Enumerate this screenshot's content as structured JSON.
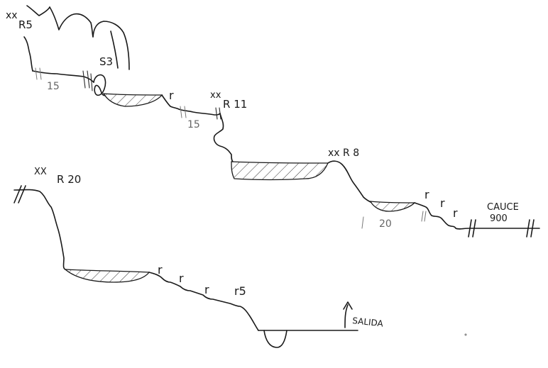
{
  "labels": {
    "r5_marker": "xx",
    "r5_name": "R5",
    "s3": "S3",
    "len_15_a": "15",
    "r_1": "r",
    "r11_marker": "xx",
    "r11_name": "R 11",
    "len_15_b": "15",
    "r8": "xx R 8",
    "r_2": "r",
    "r_3": "r",
    "r_4": "r",
    "cauce_1": "CAUCE",
    "cauce_2": "900",
    "len_20": "20",
    "mark_ii_a": "II",
    "mark_ii_b": "II",
    "r20_marker": "XX",
    "r20_name": "R 20",
    "r_5": "r",
    "r_6": "r",
    "r_7": "r",
    "r5_bottom": "r5",
    "salida": "SALIDA"
  }
}
